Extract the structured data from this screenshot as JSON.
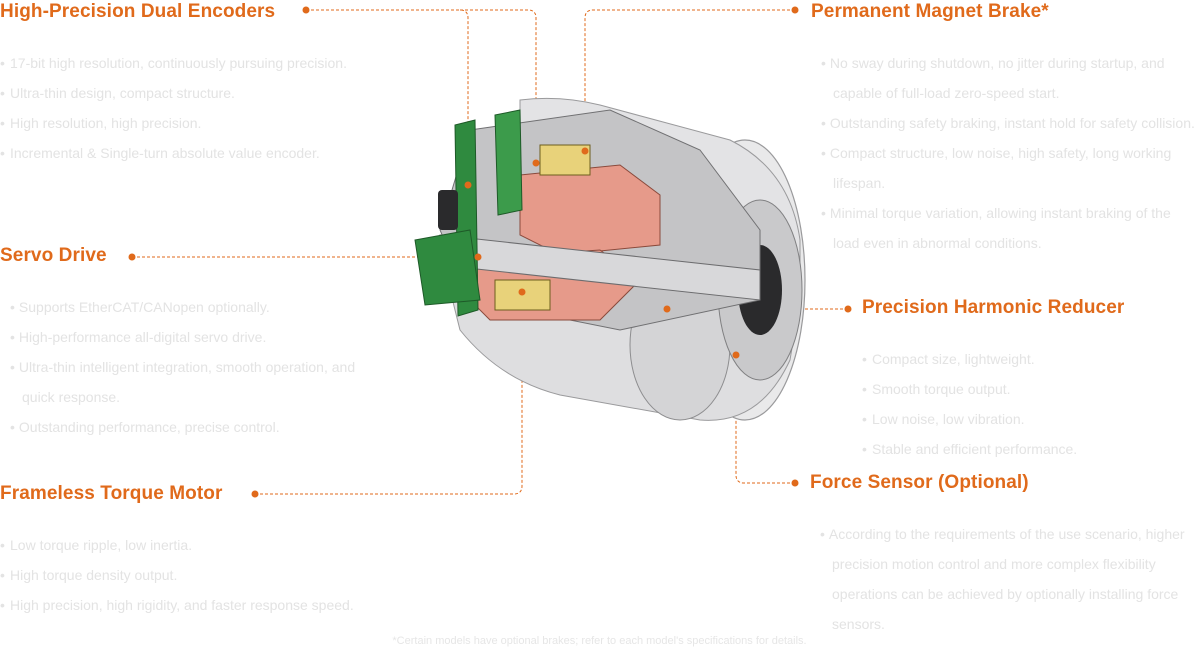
{
  "features": {
    "encoders": {
      "title": "High-Precision Dual Encoders",
      "items": [
        "17-bit high resolution, continuously pursuing precision.",
        "Ultra-thin design, compact structure.",
        "High resolution, high precision.",
        "Incremental & Single-turn absolute value encoder."
      ]
    },
    "servo": {
      "title": "Servo Drive",
      "items": [
        "Supports EtherCAT/CANopen optionally.",
        "High-performance all-digital servo drive.",
        "Ultra-thin intelligent integration, smooth operation, and quick response.",
        "Outstanding performance, precise control."
      ]
    },
    "motor": {
      "title": "Frameless Torque Motor",
      "items": [
        "Low torque ripple, low inertia.",
        "High torque density output.",
        "High precision, high rigidity, and faster response speed."
      ]
    },
    "brake": {
      "title": "Permanent Magnet Brake*",
      "items": [
        "No sway during shutdown, no jitter during startup, and capable of full-load zero-speed start.",
        "Outstanding safety braking, instant hold for safety collision.",
        "Compact structure, low noise, high safety, long working lifespan.",
        "Minimal torque variation, allowing instant braking of the load even in abnormal conditions."
      ]
    },
    "reducer": {
      "title": "Precision Harmonic Reducer",
      "items": [
        "Compact size, lightweight.",
        "Smooth torque output.",
        "Low noise, low vibration.",
        "Stable and efficient performance."
      ]
    },
    "sensor": {
      "title": "Force Sensor (Optional)",
      "items": [
        "According to the requirements of the use scenario, higher precision motion control and more complex flexibility operations can be achieved by optionally installing force sensors."
      ]
    }
  },
  "footnote": "*Certain models have optional brakes; refer to each model's specifications for details.",
  "colors": {
    "accent": "#e06a1b",
    "muted_text": "#e3e3e3"
  }
}
